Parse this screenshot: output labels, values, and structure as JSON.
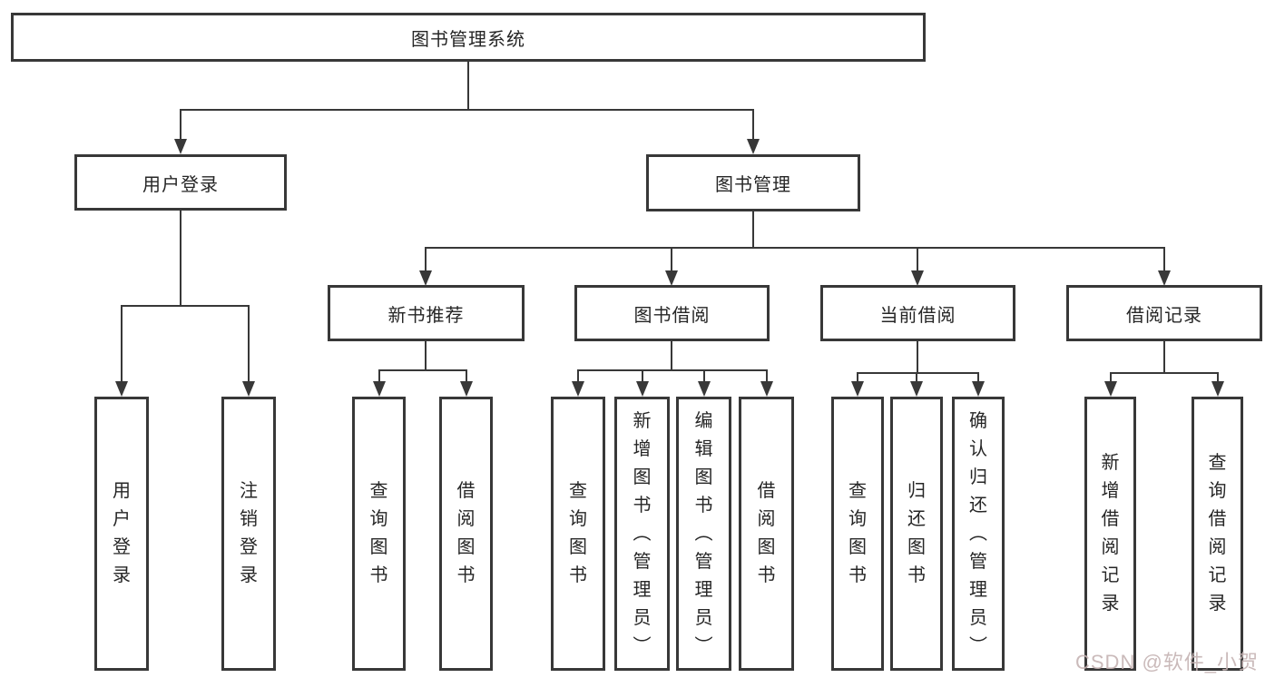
{
  "diagram_title": "图书管理系统",
  "nodes": {
    "root": "图书管理系统",
    "level2": {
      "user_login": "用户登录",
      "book_mgmt": "图书管理"
    },
    "level3": {
      "new_books": "新书推荐",
      "book_borrow": "图书借阅",
      "current_borrow": "当前借阅",
      "borrow_records": "借阅记录"
    },
    "leaves": {
      "login": "用户登录",
      "logout": "注销登录",
      "nb_query": "查询图书",
      "nb_borrow": "借阅图书",
      "bb_query": "查询图书",
      "bb_add": "新增图书（管理员）",
      "bb_edit": "编辑图书（管理员）",
      "bb_borrow": "借阅图书",
      "cb_query": "查询图书",
      "cb_return": "归还图书",
      "cb_confirm": "确认归还（管理员）",
      "br_add": "新增借阅记录",
      "br_query": "查询借阅记录"
    }
  },
  "watermark": {
    "text": "CSDN @软件_小贺同学",
    "color": "#c5b3b3"
  },
  "colors": {
    "line": "#383838",
    "box_border": "#383838",
    "text": "#262626",
    "background": "#ffffff"
  }
}
